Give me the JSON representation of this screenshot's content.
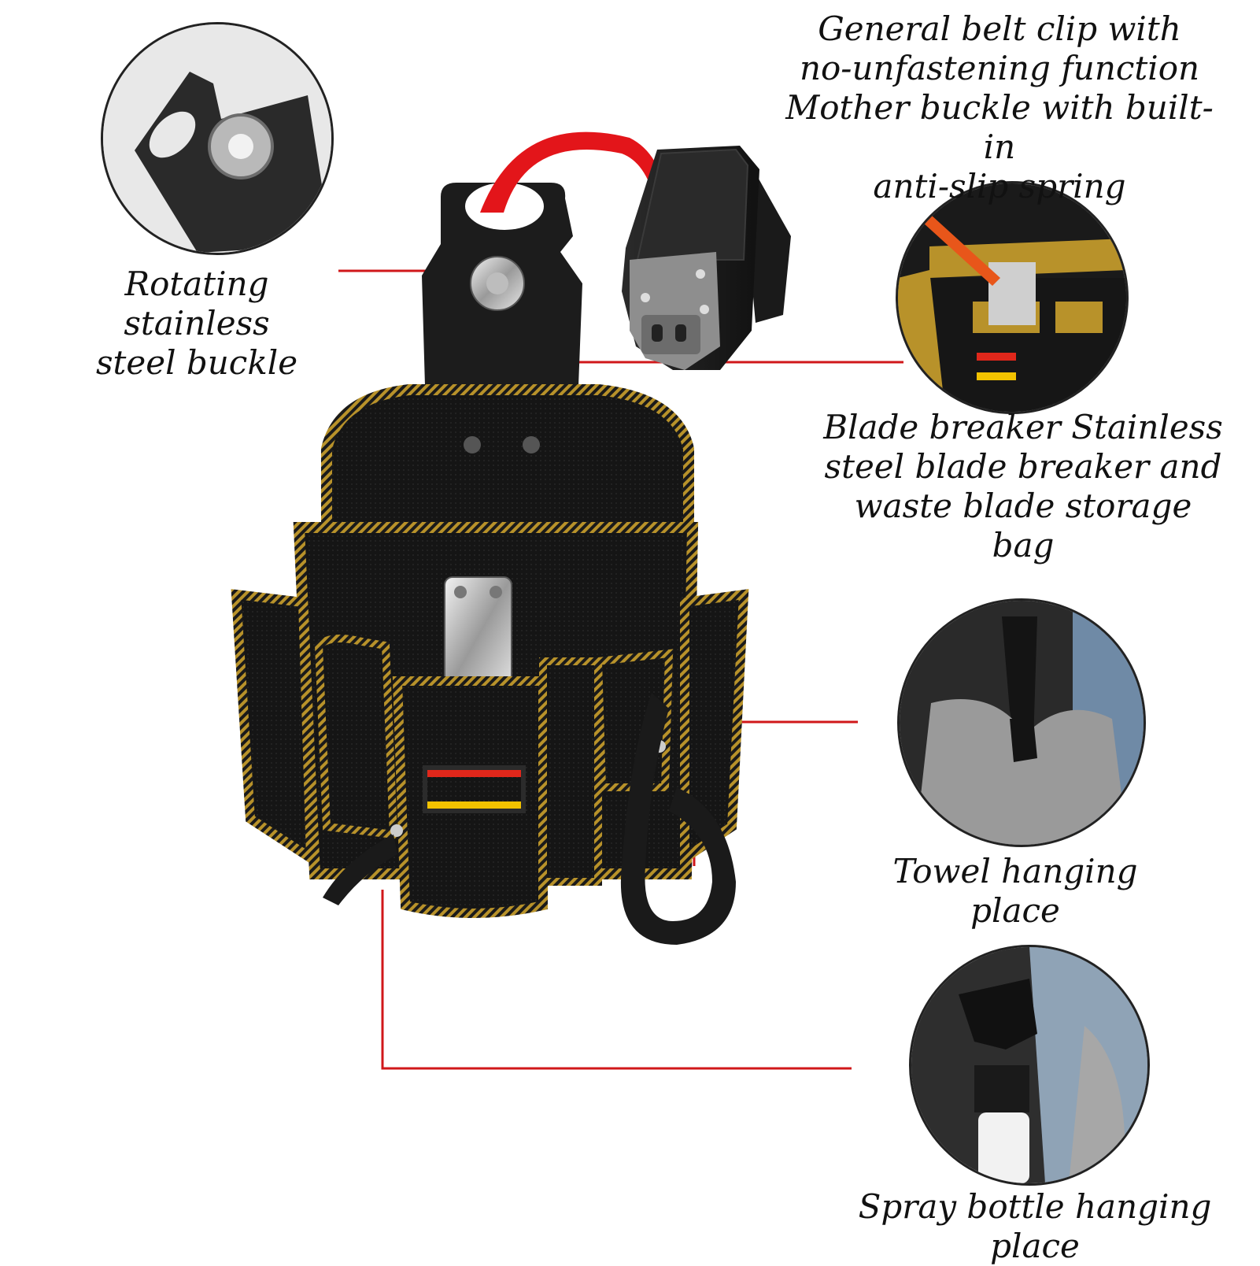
{
  "callouts": {
    "belt_clip": {
      "lines": [
        "General belt clip with",
        "no-unfastening function",
        "Mother buckle with built-in",
        "anti-slip spring"
      ]
    },
    "buckle": {
      "lines": [
        "Rotating stainless",
        "steel buckle"
      ]
    },
    "blade": {
      "lines": [
        "Blade breaker Stainless",
        "steel blade breaker and",
        "waste blade storage bag"
      ]
    },
    "towel": {
      "lines": [
        "Towel hanging",
        "place"
      ]
    },
    "spray": {
      "lines": [
        "Spray bottle hanging",
        "place"
      ]
    }
  },
  "colors": {
    "leader_line": "#d0171a",
    "arrow": "#e3151a",
    "bag_body": "#141414",
    "trim": "#b8922a",
    "stripe_red": "#e0271b",
    "stripe_yellow": "#f2c200"
  },
  "icons": [
    "buckle-detail",
    "blade-breaker-detail",
    "towel-detail",
    "spray-bottle-detail",
    "belt-clip",
    "tool-bag",
    "curved-arrow"
  ]
}
